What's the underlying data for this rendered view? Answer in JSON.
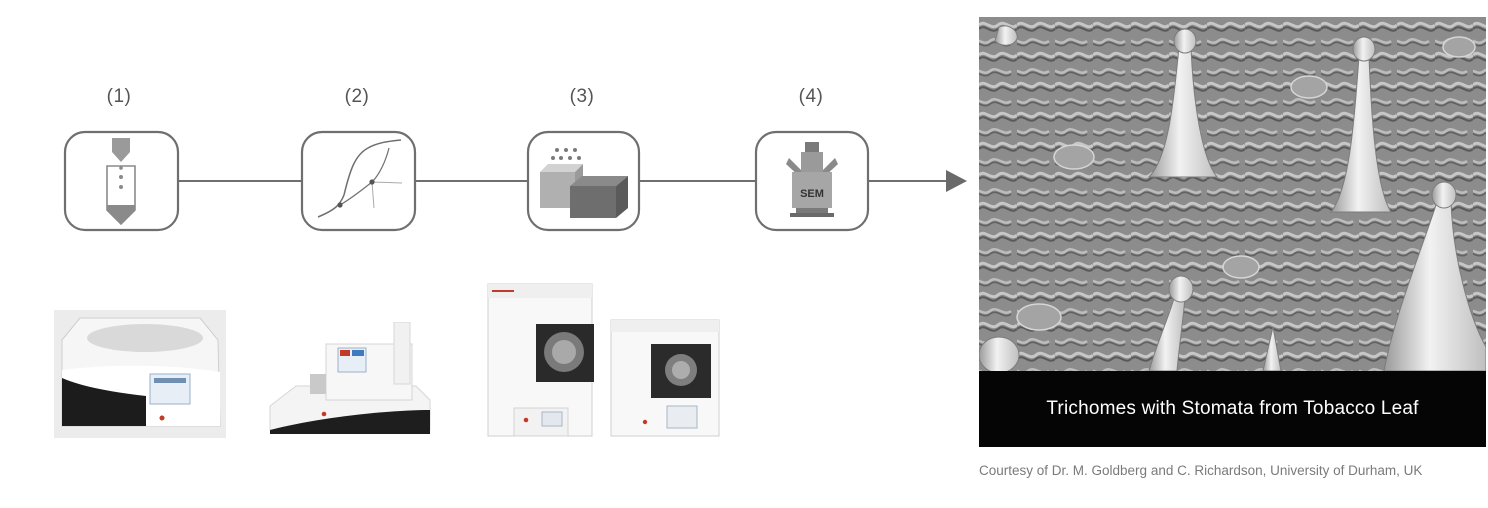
{
  "workflow": {
    "steps": [
      {
        "label": "(1)",
        "icon": "freeze-substitution-icon"
      },
      {
        "label": "(2)",
        "icon": "critical-point-curve-icon"
      },
      {
        "label": "(3)",
        "icon": "sputter-coating-icon"
      },
      {
        "label": "(4)",
        "icon": "sem-microscope-icon"
      }
    ],
    "sem_icon_text": "SEM",
    "colors": {
      "line": "#6f6f6f",
      "icon": "#8a8a8a",
      "arrow": "#6a6a6a"
    }
  },
  "devices": [
    "sample-processor-device",
    "critical-point-dryer-device",
    "sputter-coater-large-device",
    "sputter-coater-small-device"
  ],
  "image_panel": {
    "caption": "Trichomes with Stomata from Tobacco Leaf",
    "credit": "Courtesy of Dr. M. Goldberg and C. Richardson, University of Durham, UK"
  }
}
